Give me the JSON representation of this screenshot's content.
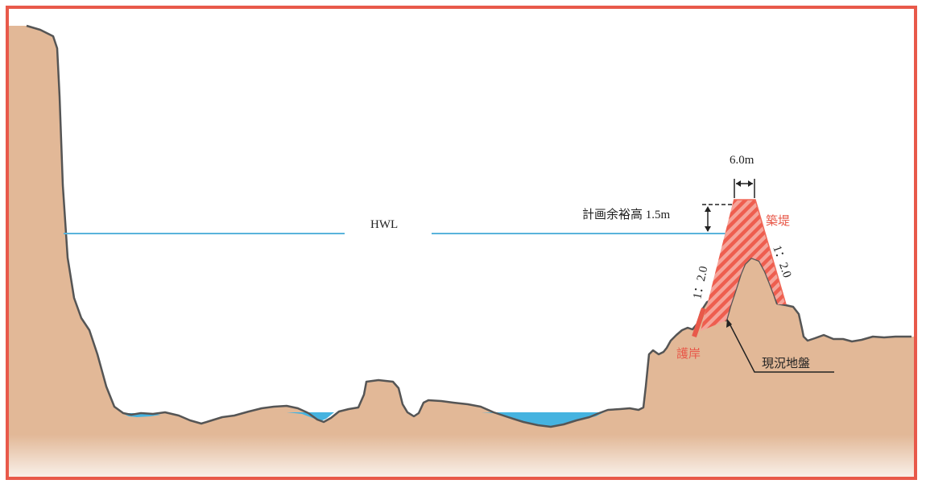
{
  "diagram": {
    "labels": {
      "hwl": "HWL",
      "crest_width": "6.0m",
      "freeboard": "計画余裕高 1.5m",
      "levee": "築堤",
      "revetment": "護岸",
      "existing_ground": "現況地盤",
      "slope_left": "1：2.0",
      "slope_right": "1：2.0"
    },
    "colors": {
      "frame": "#e8594a",
      "ground": "#e2b897",
      "ground_outline": "#555555",
      "water": "#45b3e0",
      "hwl_line": "#5ab4dc",
      "levee": "#f06a5a",
      "accent_red": "#e8594a"
    }
  }
}
